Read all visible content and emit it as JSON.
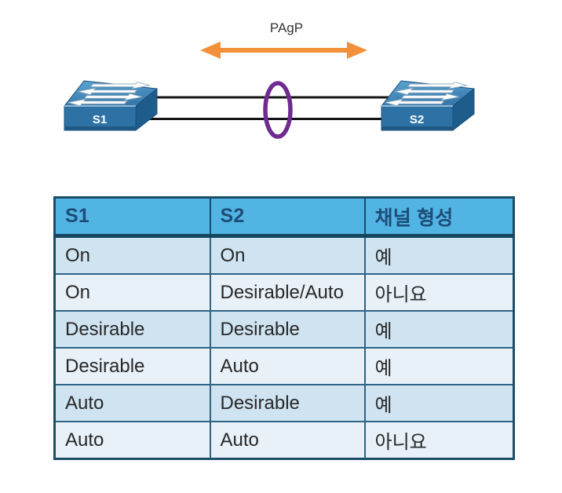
{
  "diagram": {
    "protocol_label": "PAgP",
    "switch1_label": "S1",
    "switch2_label": "S2",
    "colors": {
      "arrow_orange": "#F3913B",
      "ellipse_purple": "#6E2B90",
      "switch_front_blue": "#2E72A5",
      "switch_side_blue": "#1E5C8C",
      "link_black": "#141414"
    }
  },
  "table": {
    "columns": [
      "S1",
      "S2",
      "채널 형성"
    ],
    "rows": [
      {
        "s1": "On",
        "s2": "On",
        "result": "예"
      },
      {
        "s1": "On",
        "s2": "Desirable/Auto",
        "result": "아니요"
      },
      {
        "s1": "Desirable",
        "s2": "Desirable",
        "result": "예"
      },
      {
        "s1": "Desirable",
        "s2": "Auto",
        "result": "예"
      },
      {
        "s1": "Auto",
        "s2": "Desirable",
        "result": "예"
      },
      {
        "s1": "Auto",
        "s2": "Auto",
        "result": "아니요"
      }
    ],
    "colors": {
      "header_bg": "#51B4E3",
      "header_text": "#1E4D78",
      "row_odd_bg": "#CFE3F1",
      "row_even_bg": "#E8F1F8",
      "border": "#1B4D68"
    }
  }
}
